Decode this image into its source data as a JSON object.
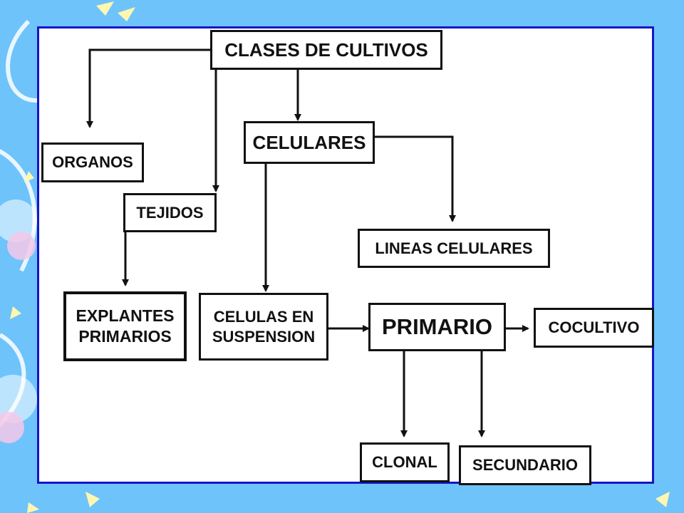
{
  "colors": {
    "background": "#6ec3fb",
    "frame": "#1515c8",
    "box_border": "#111111",
    "deco_light": "#ffffff",
    "deco_pink": "#f4c8e8",
    "deco_yellow": "#fff7b0"
  },
  "diagram": {
    "clases_de_cultivos": "CLASES DE CULTIVOS",
    "organos": "ORGANOS",
    "tejidos": "TEJIDOS",
    "celulares": "CELULARES",
    "lineas_celulares": "LINEAS CELULARES",
    "explantes_primarios": [
      "EXPLANTES",
      "PRIMARIOS"
    ],
    "celulas_en_suspension": [
      "CELULAS EN",
      "SUSPENSION"
    ],
    "primario": "PRIMARIO",
    "cocultivo": "COCULTIVO",
    "clonal": "CLONAL",
    "secundario": "SECUNDARIO"
  }
}
